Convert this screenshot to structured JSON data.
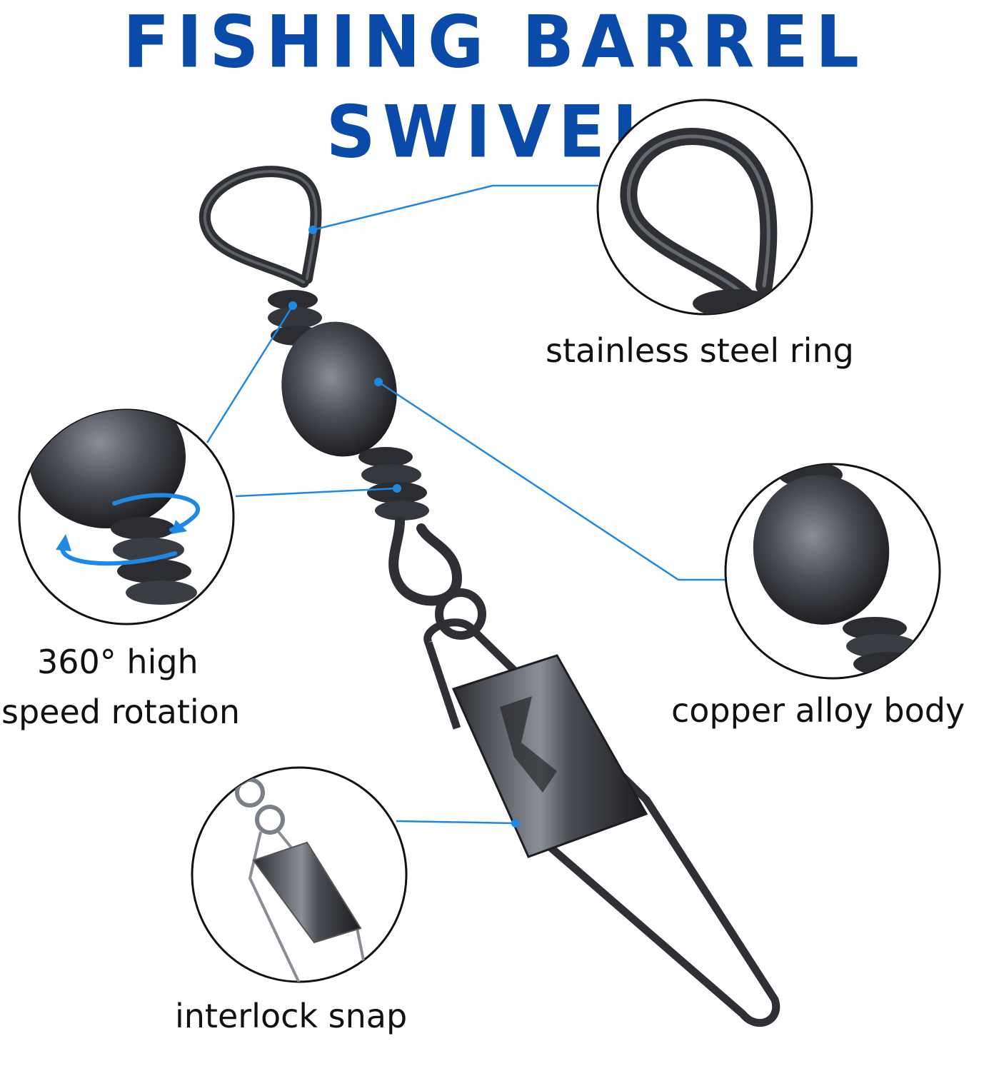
{
  "title": "FISHING BARREL SWIVEL",
  "labels": {
    "ring": "stainless steel ring",
    "rotation_line1": "360°  high",
    "rotation_line2": "speed rotation",
    "body": "copper alloy body",
    "snap": "interlock snap"
  },
  "colors": {
    "title": "#0a4aa8",
    "callout_line": "#1e88e5",
    "metal": "#3a3d44"
  },
  "icons": [
    "rotation-arrows-icon"
  ]
}
